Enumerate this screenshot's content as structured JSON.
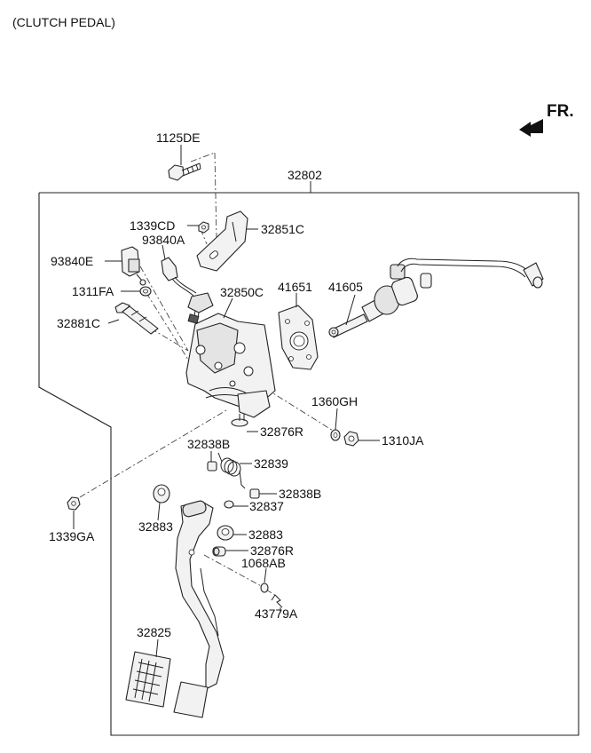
{
  "title": "(CLUTCH PEDAL)",
  "direction_label": "FR.",
  "labels": {
    "p1125DE": "1125DE",
    "p32802": "32802",
    "p1339CD": "1339CD",
    "p32851C": "32851C",
    "p93840A": "93840A",
    "p93840E": "93840E",
    "p1311FA": "1311FA",
    "p32850C": "32850C",
    "p41651": "41651",
    "p41605": "41605",
    "p32881C": "32881C",
    "p1360GH": "1360GH",
    "p32876R_a": "32876R",
    "p1310JA": "1310JA",
    "p32838B_a": "32838B",
    "p32839": "32839",
    "p32838B_b": "32838B",
    "p32837": "32837",
    "p1339GA": "1339GA",
    "p32883_a": "32883",
    "p32883_b": "32883",
    "p32876R_b": "32876R",
    "p1068AB": "1068AB",
    "p43779A": "43779A",
    "p32825": "32825"
  }
}
